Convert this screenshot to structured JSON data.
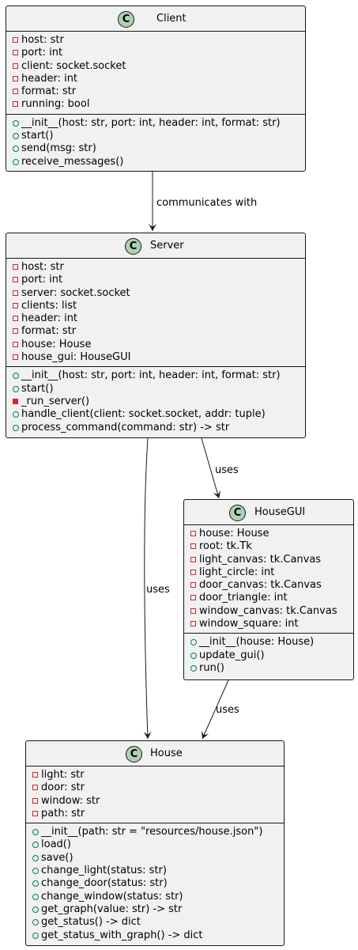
{
  "classes": {
    "client": {
      "name": "Client",
      "attributes": [
        {
          "vis": "private",
          "text": "host: str"
        },
        {
          "vis": "private",
          "text": "port: int"
        },
        {
          "vis": "private",
          "text": "client: socket.socket"
        },
        {
          "vis": "private",
          "text": "header: int"
        },
        {
          "vis": "private",
          "text": "format: str"
        },
        {
          "vis": "private",
          "text": "running: bool"
        }
      ],
      "methods": [
        {
          "vis": "public",
          "text": "__init__(host: str, port: int, header: int, format: str)"
        },
        {
          "vis": "public",
          "text": "start()"
        },
        {
          "vis": "public",
          "text": "send(msg: str)"
        },
        {
          "vis": "public",
          "text": "receive_messages()"
        }
      ]
    },
    "server": {
      "name": "Server",
      "attributes": [
        {
          "vis": "private",
          "text": "host: str"
        },
        {
          "vis": "private",
          "text": "port: int"
        },
        {
          "vis": "private",
          "text": "server: socket.socket"
        },
        {
          "vis": "private",
          "text": "clients: list"
        },
        {
          "vis": "private",
          "text": "header: int"
        },
        {
          "vis": "private",
          "text": "format: str"
        },
        {
          "vis": "private",
          "text": "house: House"
        },
        {
          "vis": "private",
          "text": "house_gui: HouseGUI"
        }
      ],
      "methods": [
        {
          "vis": "public",
          "text": "__init__(host: str, port: int, header: int, format: str)"
        },
        {
          "vis": "public",
          "text": "start()"
        },
        {
          "vis": "private-method",
          "text": "_run_server()"
        },
        {
          "vis": "public",
          "text": "handle_client(client: socket.socket, addr: tuple)"
        },
        {
          "vis": "public",
          "text": "process_command(command: str) -> str"
        }
      ]
    },
    "housegui": {
      "name": "HouseGUI",
      "attributes": [
        {
          "vis": "private",
          "text": "house: House"
        },
        {
          "vis": "private",
          "text": "root: tk.Tk"
        },
        {
          "vis": "private",
          "text": "light_canvas: tk.Canvas"
        },
        {
          "vis": "private",
          "text": "light_circle: int"
        },
        {
          "vis": "private",
          "text": "door_canvas: tk.Canvas"
        },
        {
          "vis": "private",
          "text": "door_triangle: int"
        },
        {
          "vis": "private",
          "text": "window_canvas: tk.Canvas"
        },
        {
          "vis": "private",
          "text": "window_square: int"
        }
      ],
      "methods": [
        {
          "vis": "public",
          "text": "__init__(house: House)"
        },
        {
          "vis": "public",
          "text": "update_gui()"
        },
        {
          "vis": "public",
          "text": "run()"
        }
      ]
    },
    "house": {
      "name": "House",
      "attributes": [
        {
          "vis": "private",
          "text": "light: str"
        },
        {
          "vis": "private",
          "text": "door: str"
        },
        {
          "vis": "private",
          "text": "window: str"
        },
        {
          "vis": "private",
          "text": "path: str"
        }
      ],
      "methods": [
        {
          "vis": "public",
          "text": "__init__(path: str = \"resources/house.json\")"
        },
        {
          "vis": "public",
          "text": "load()"
        },
        {
          "vis": "public",
          "text": "save()"
        },
        {
          "vis": "public",
          "text": "change_light(status: str)"
        },
        {
          "vis": "public",
          "text": "change_door(status: str)"
        },
        {
          "vis": "public",
          "text": "change_window(status: str)"
        },
        {
          "vis": "public",
          "text": "get_graph(value: str) -> str"
        },
        {
          "vis": "public",
          "text": "get_status() -> dict"
        },
        {
          "vis": "public",
          "text": "get_status_with_graph() -> dict"
        }
      ]
    }
  },
  "class_badge_letter": "C",
  "relations": [
    {
      "from": "Client",
      "to": "Server",
      "label": "communicates with"
    },
    {
      "from": "Server",
      "to": "HouseGUI",
      "label": "uses"
    },
    {
      "from": "Server",
      "to": "House",
      "label": "uses"
    },
    {
      "from": "HouseGUI",
      "to": "House",
      "label": "uses"
    }
  ],
  "colors": {
    "class_fill": "#f1f1f1",
    "badge_fill": "#add1b2",
    "private_marker": "#c82930",
    "public_marker": "#038048"
  }
}
